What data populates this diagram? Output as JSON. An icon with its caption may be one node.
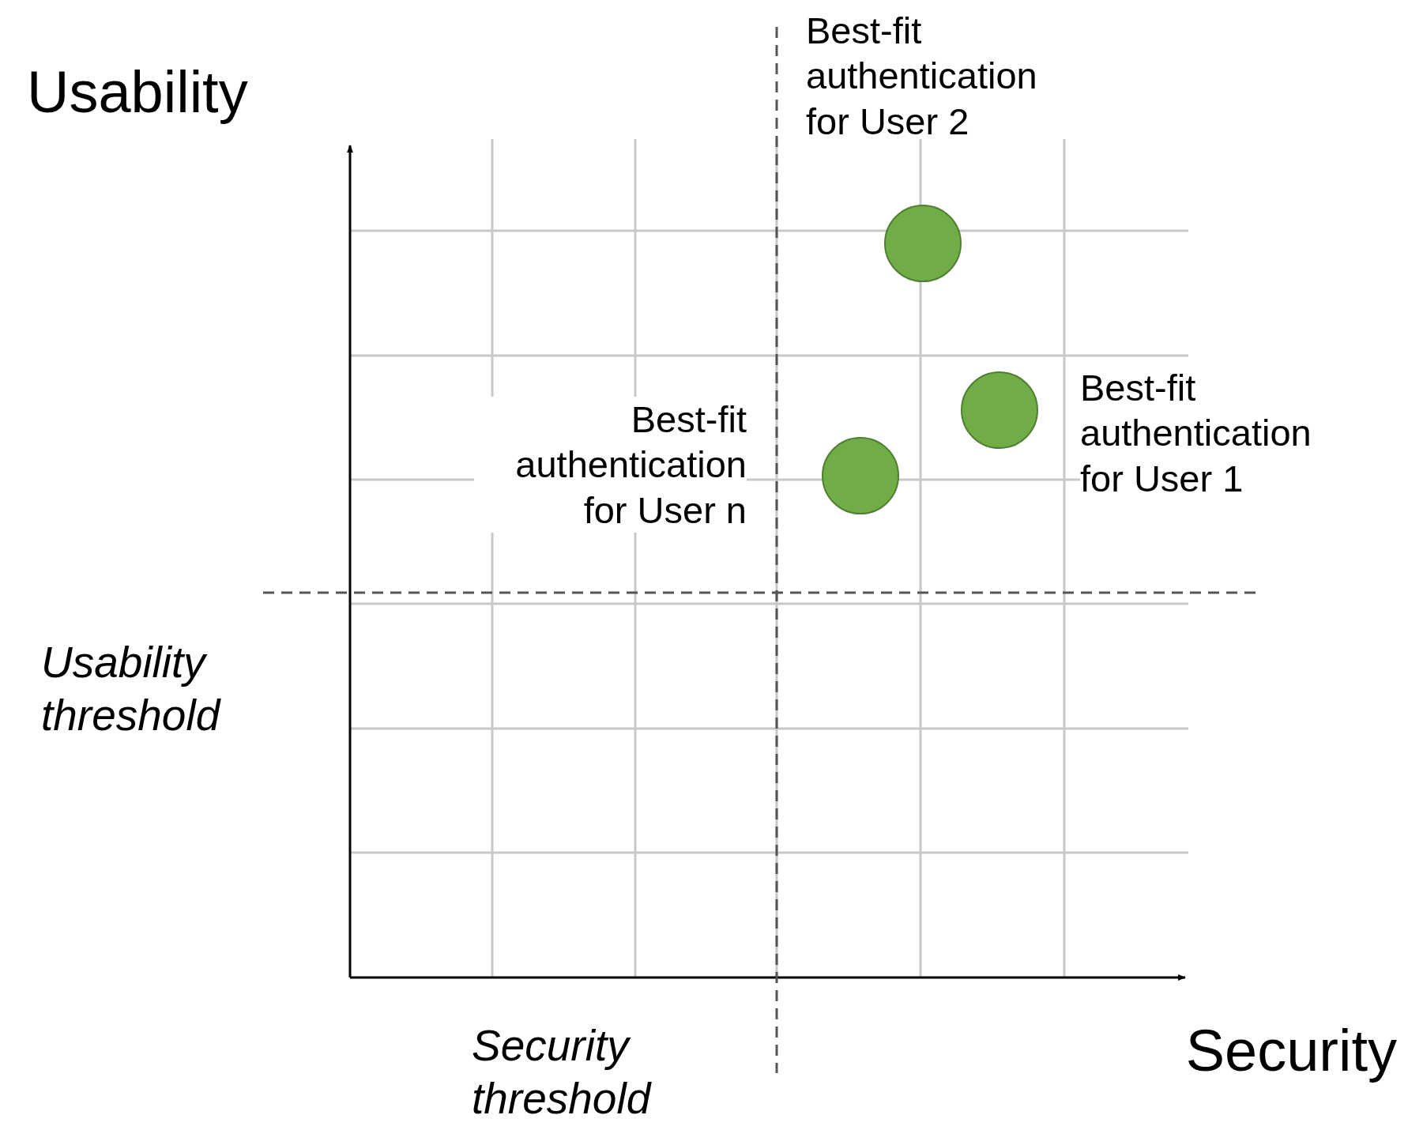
{
  "diagram": {
    "nodes": [
      {
        "text": [],
        "shape": "circle",
        "beside": [
          "Best-fit authentication for User 2"
        ]
      },
      {
        "text": [],
        "shape": "circle",
        "beside": [
          "Best-fit authentication for User 1"
        ]
      },
      {
        "text": [],
        "shape": "circle",
        "beside": [
          "Best-fit authentication for User n"
        ]
      }
    ],
    "labels": [
      "Usability",
      "Usability threshold",
      "Security threshold",
      "Security"
    ]
  }
}
